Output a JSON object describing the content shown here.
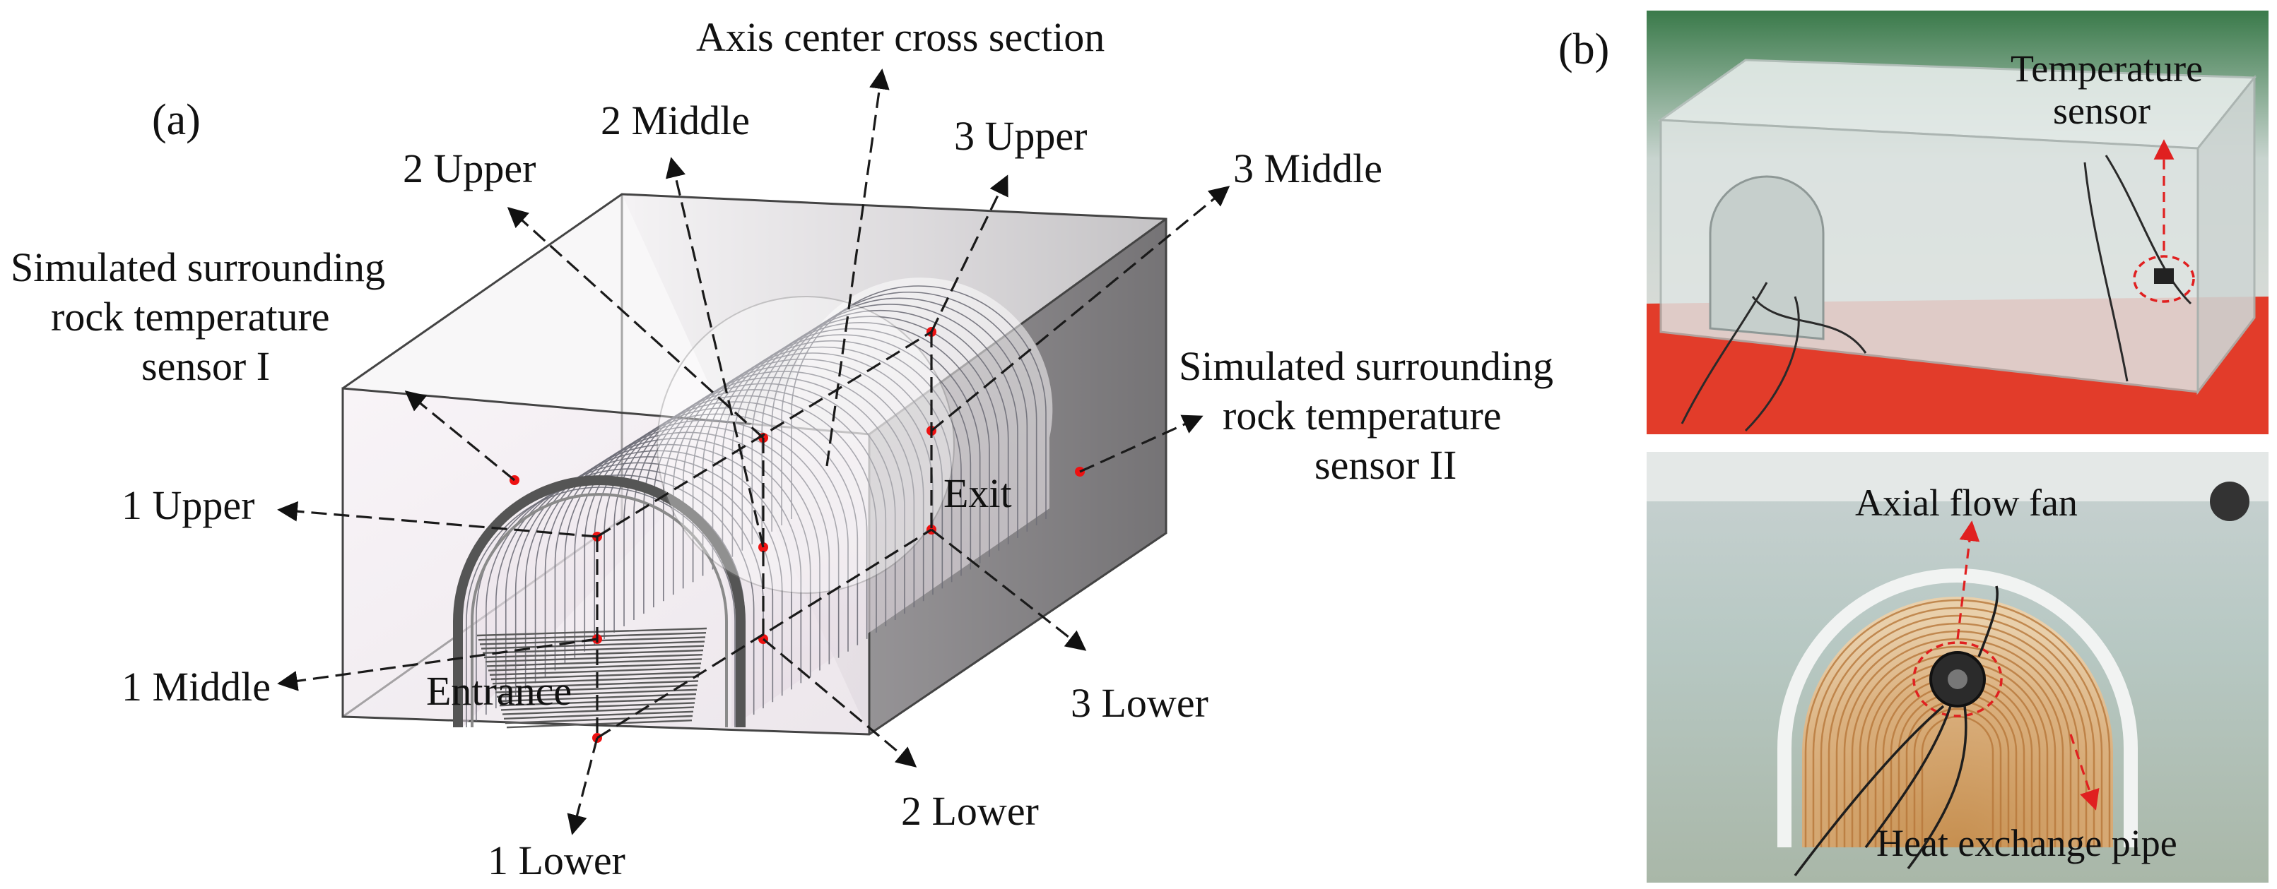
{
  "panels": {
    "a": "(a)",
    "b": "(b)"
  },
  "labels": {
    "axis_center": "Axis center cross section",
    "upper_2": "2 Upper",
    "middle_2": "2 Middle",
    "upper_3": "3 Upper",
    "middle_3": "3 Middle",
    "sensor1_line1": "Simulated surrounding",
    "sensor1_line2": "rock temperature",
    "sensor1_line3": "sensor I",
    "sensor2_line1": "Simulated surrounding",
    "sensor2_line2": "rock temperature",
    "sensor2_line3": "sensor II",
    "upper_1": "1 Upper",
    "middle_1": "1 Middle",
    "entrance": "Entrance",
    "exit": "Exit",
    "lower_1": "1 Lower",
    "lower_2": "2 Lower",
    "lower_3": "3 Lower"
  },
  "photo_top": {
    "label_line1": "Temperature",
    "label_line2": "sensor"
  },
  "photo_bottom": {
    "fan_label": "Axial flow fan",
    "pipe_label": "Heat exchange pipe"
  },
  "colors": {
    "measure_point": "#e11111",
    "photo_arrow": "#e02020"
  }
}
